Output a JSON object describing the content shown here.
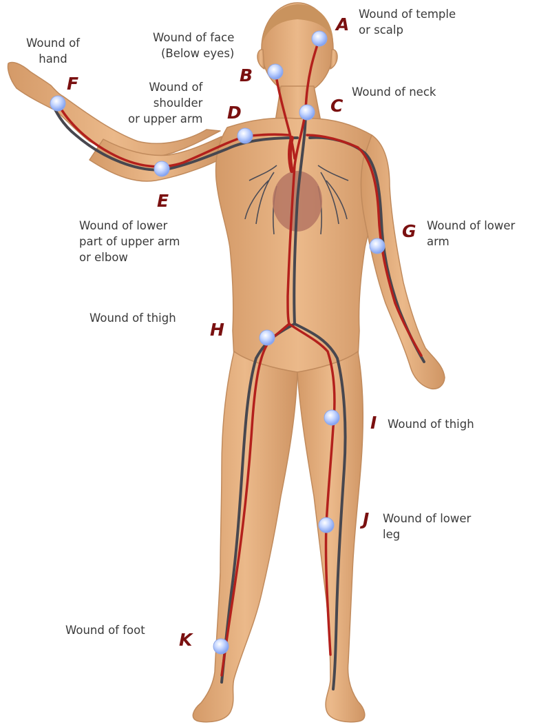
{
  "colors": {
    "skin": "#e2ad7e",
    "skin_shadow": "#c98f5f",
    "artery": "#b3201c",
    "vein": "#4a4a52",
    "heart": "#b07060",
    "point": "#aac4ff",
    "letter": "#7a1010",
    "label": "#3a3a3a"
  },
  "points": [
    {
      "letter": "A",
      "label": "Wound of temple\nor scalp"
    },
    {
      "letter": "B",
      "label": "Wound of face\n(Below eyes)"
    },
    {
      "letter": "C",
      "label": "Wound of neck"
    },
    {
      "letter": "D",
      "label": "Wound of\nshoulder\nor upper arm"
    },
    {
      "letter": "E",
      "label": "Wound of lower\npart of upper arm\nor elbow"
    },
    {
      "letter": "F",
      "label": "Wound of\nhand"
    },
    {
      "letter": "G",
      "label": "Wound of lower\narm"
    },
    {
      "letter": "H",
      "label": "Wound of thigh"
    },
    {
      "letter": "I",
      "label": "Wound of thigh"
    },
    {
      "letter": "J",
      "label": "Wound of lower\nleg"
    },
    {
      "letter": "K",
      "label": "Wound of foot"
    }
  ]
}
